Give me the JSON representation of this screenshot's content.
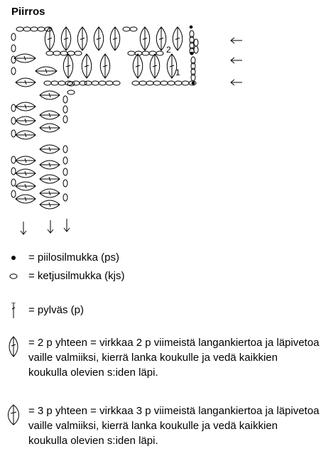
{
  "title": "Piirros",
  "chart": {
    "row_labels": [
      "2",
      "1"
    ],
    "colors": {
      "ink": "#000000",
      "background": "#ffffff"
    }
  },
  "legend": [
    {
      "symbol": "slip-stitch-dot",
      "text": "= piilosilmukka (ps)"
    },
    {
      "symbol": "chain-oval",
      "text": "= ketjusilmukka (kjs)"
    },
    {
      "symbol": "treble-stitch",
      "text": "= pylväs (p)"
    },
    {
      "symbol": "two-together",
      "text": "= 2 p yhteen = virkkaa 2 p viimeistä langankiertoa ja läpivetoa vaille valmiiksi, kierrä lanka koukulle ja vedä kaikkien koukulla olevien s:iden läpi."
    },
    {
      "symbol": "three-together",
      "text": "= 3 p yhteen = virkkaa 3 p viimeistä langankiertoa ja läpivetoa vaille valmiiksi, kierrä lanka koukulle ja vedä kaikkien koukulla olevien s:iden läpi."
    }
  ]
}
